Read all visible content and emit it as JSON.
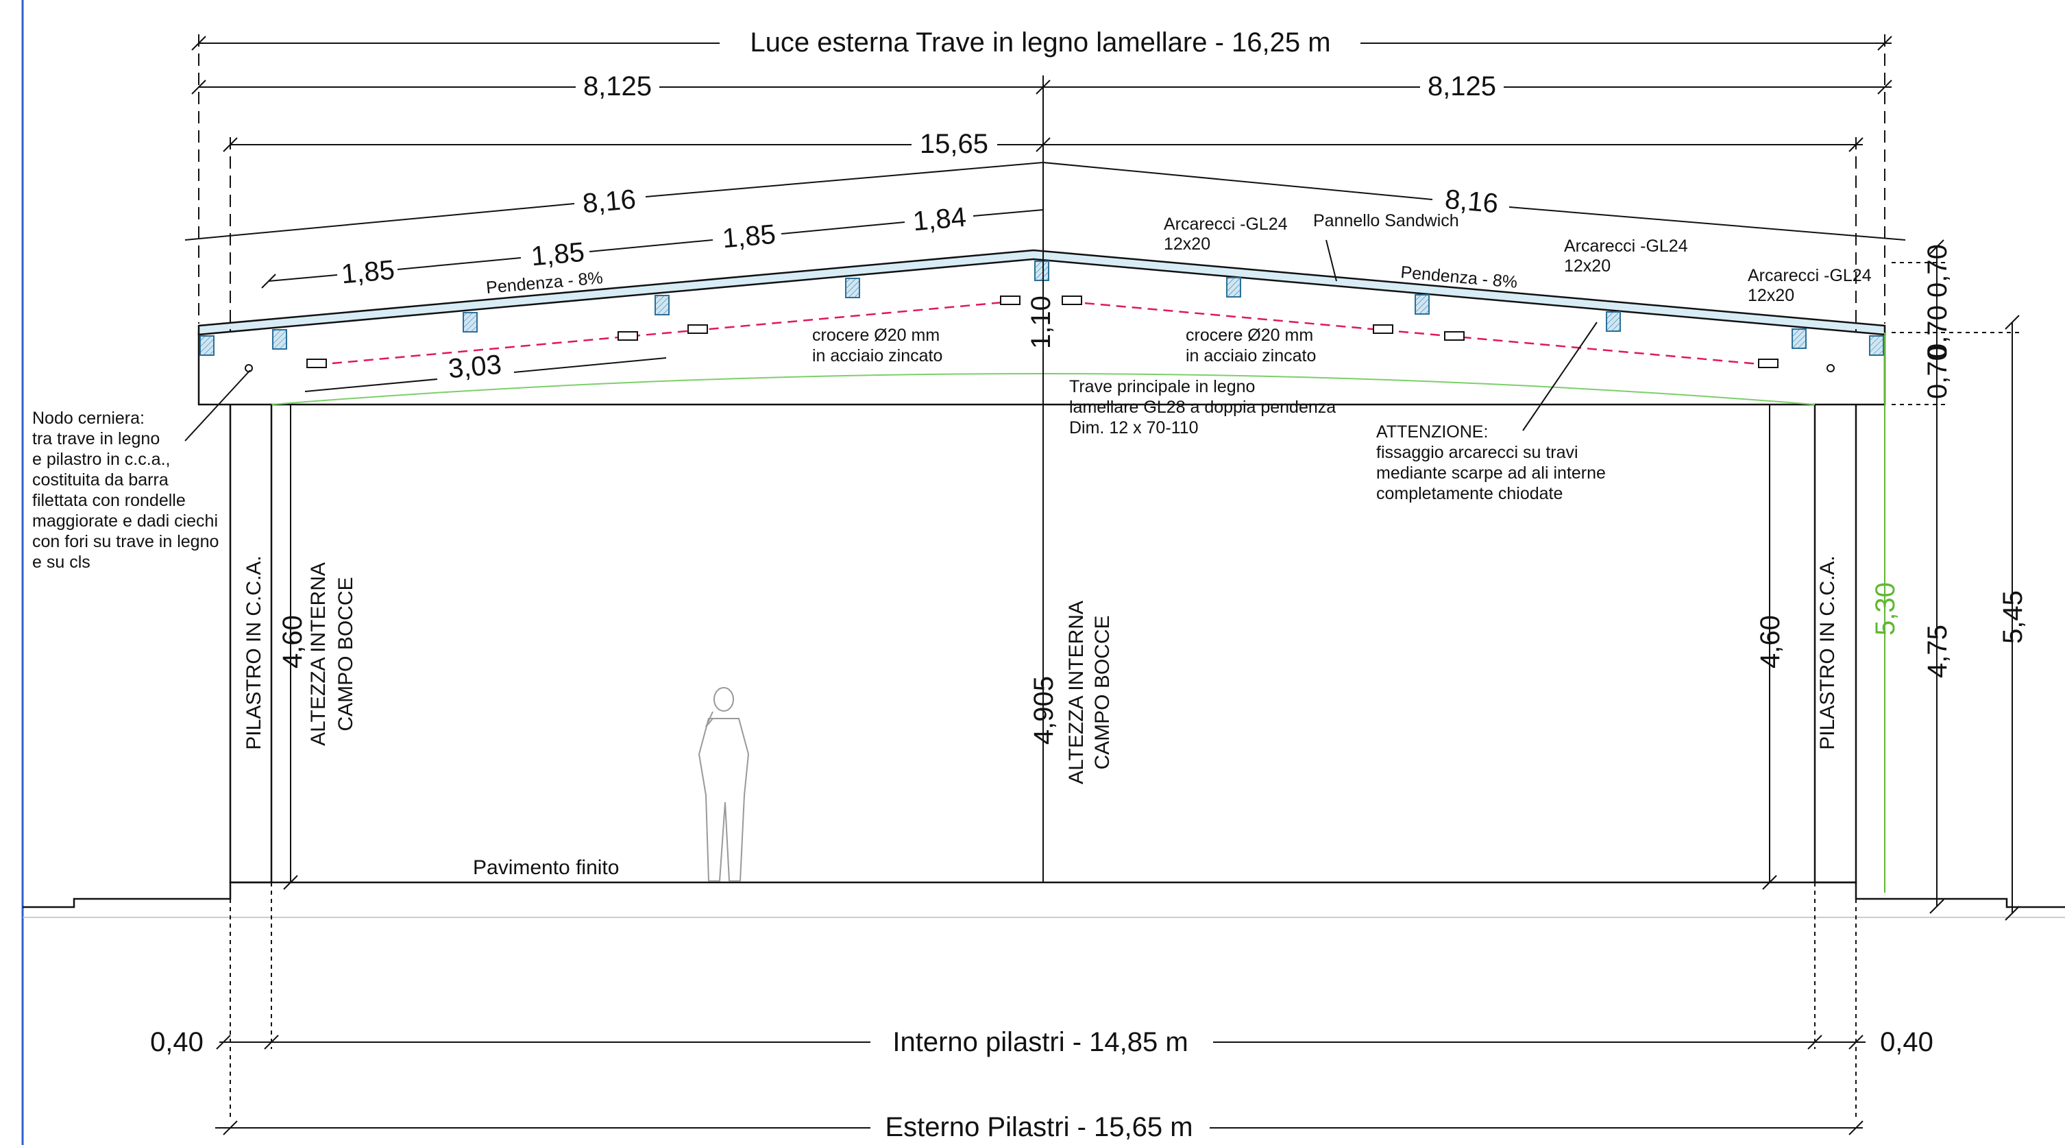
{
  "dimensions": {
    "overall_span": "Luce esterna Trave in legno lamellare  - 16,25 m",
    "half_left": "8,125",
    "half_right": "8,125",
    "beam_length": "15,65",
    "slope_left": "8,16",
    "slope_right": "8,16",
    "purlin_spacing": [
      "1,85",
      "1,85",
      "1,85",
      "1,84"
    ],
    "bracing_length": "3,03",
    "ridge_depth": "1,10",
    "eave_top_a": "0,70",
    "eave_top_b": "0,70",
    "eave_depth": "0,70",
    "green_height": "5,30",
    "height_475": "4,75",
    "height_545": "5,45",
    "left_clear_height": "4,60",
    "right_clear_height": "4,60",
    "center_clear_height": "4,905",
    "pillar_left_width": "0,40",
    "pillar_right_width": "0,40",
    "interior_span": "Interno pilastri  -  14,85 m",
    "exterior_span": "Esterno Pilastri - 15,65 m"
  },
  "labels": {
    "purlin_a": [
      "Arcarecci -GL24",
      "12x20"
    ],
    "purlin_b": [
      "Arcarecci -GL24",
      "12x20"
    ],
    "purlin_c": [
      "Arcarecci -GL24",
      "12x20"
    ],
    "sandwich_panel": "Pannello Sandwich",
    "slope_left": "Pendenza - 8%",
    "slope_right": "Pendenza - 8%",
    "bracing_left": [
      "crocere Ø20 mm",
      "in acciaio zincato"
    ],
    "bracing_right": [
      "crocere Ø20 mm",
      "in acciaio zincato"
    ],
    "main_beam": [
      "Trave principale in legno",
      "lamellare GL28 a doppia pendenza",
      "Dim. 12 x 70-110"
    ],
    "warning": [
      "ATTENZIONE:",
      "fissaggio arcarecci  su travi",
      "mediante scarpe ad ali interne",
      "completamente chiodate"
    ],
    "hinge_note": [
      "Nodo cerniera:",
      "tra trave in legno",
      "e pilastro in c.c.a.,",
      "costituita da barra",
      "filettata con rondelle",
      "maggiorate e dadi ciechi",
      "con fori su trave in legno",
      "e su cls"
    ],
    "pillar_left": "PILASTRO IN C.C.A.",
    "pillar_right": "PILASTRO IN C.C.A.",
    "internal_height_left": [
      "ALTEZZA INTERNA",
      "CAMPO BOCCE"
    ],
    "internal_height_center": [
      "ALTEZZA INTERNA",
      "CAMPO BOCCE"
    ],
    "floor": "Pavimento finito"
  },
  "colors": {
    "line": "#111111",
    "panel_fill": "#d8ecf5",
    "purlin_fill": "#cfe6f3",
    "purlin_stroke": "#2a6f9a",
    "bracing": "#e0185a",
    "beam_soffit": "#7ccf6a",
    "green_dim": "#5fb832",
    "margin_line": "#2b5fd0"
  }
}
